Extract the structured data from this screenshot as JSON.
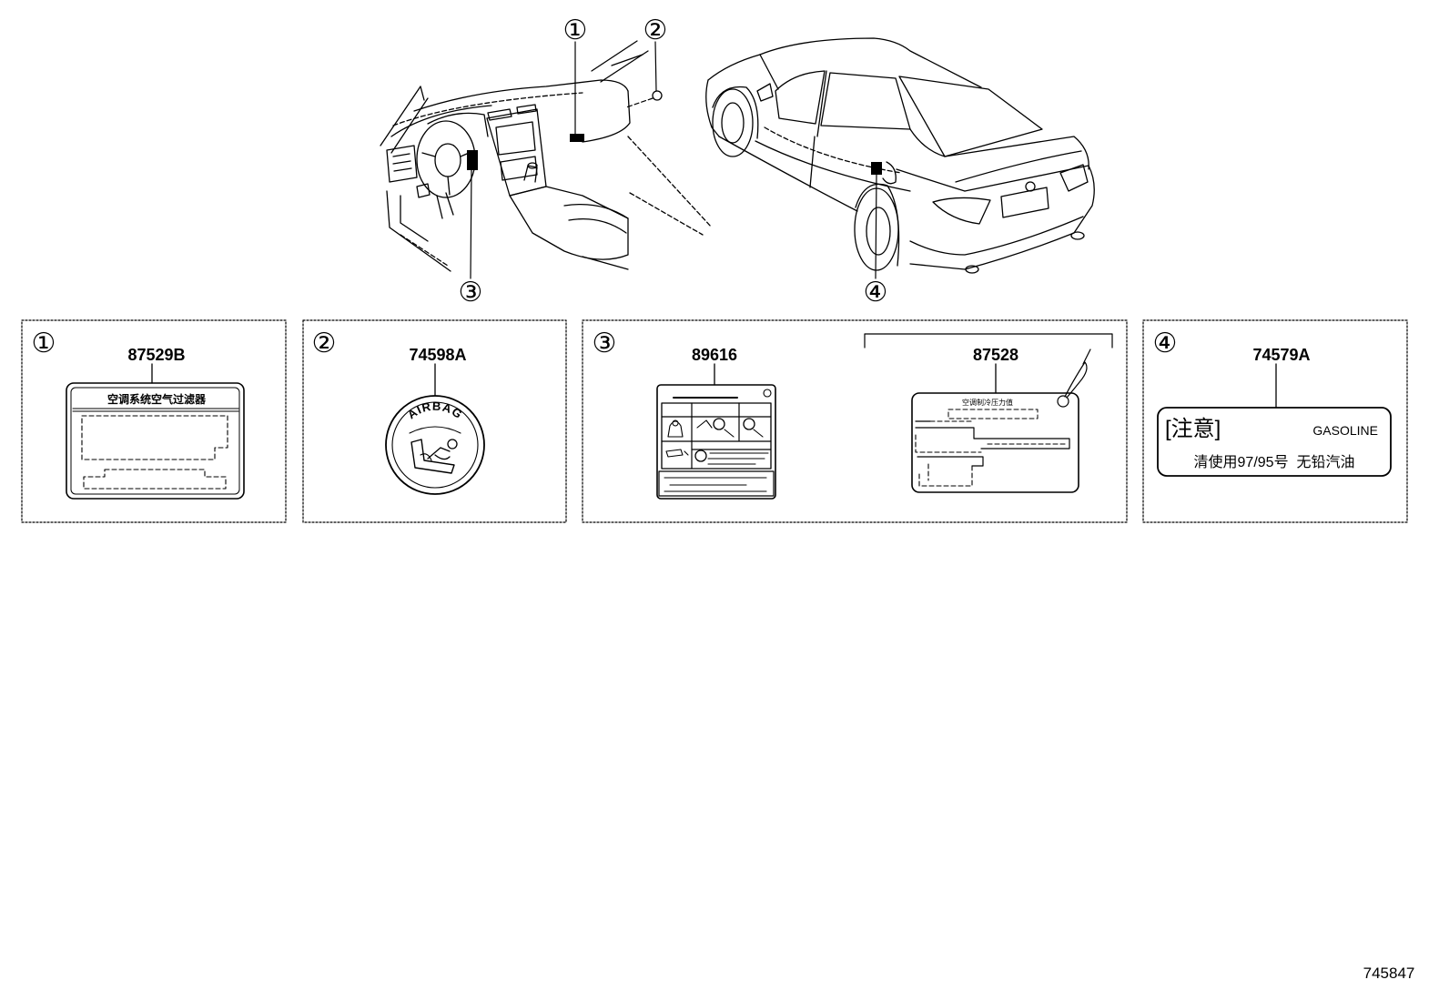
{
  "diagram": {
    "callouts": {
      "c1": "①",
      "c2": "②",
      "c3": "③",
      "c4": "④"
    },
    "illustration_id": "745847"
  },
  "panels": [
    {
      "index": "①",
      "part_number": "87529B",
      "label_header": "空调系统空气过滤器"
    },
    {
      "index": "②",
      "part_number": "74598A",
      "badge_text": "AIRBAG"
    },
    {
      "index": "③",
      "part_number_left": "89616",
      "part_number_right": "87528",
      "right_label_header": "空调制冷压力值"
    },
    {
      "index": "④",
      "part_number": "74579A",
      "caution": "[注意]",
      "fuel": "GASOLINE",
      "instruction": "清使用97/95号  无铅汽油"
    }
  ]
}
